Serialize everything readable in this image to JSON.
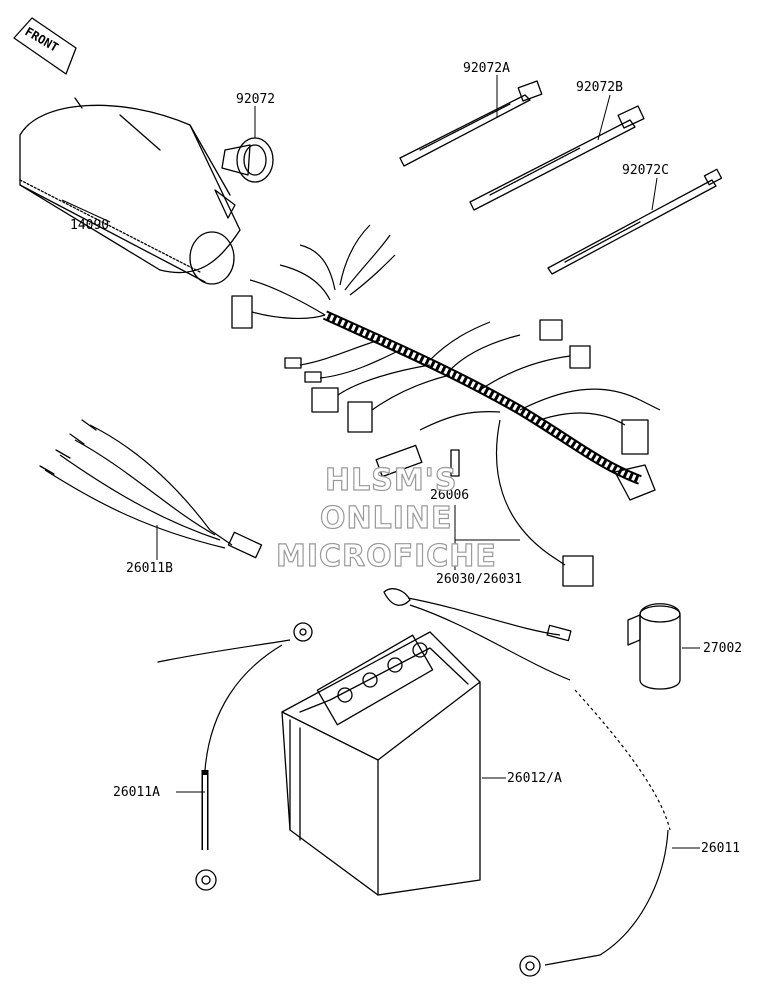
{
  "direction_label": "FRONT",
  "watermark": {
    "line1": "HLSM'S",
    "line2": "ONLINE",
    "line3": "MICROFICHE"
  },
  "labels": {
    "p14090": "14090",
    "p92072": "92072",
    "p92072A": "92072A",
    "p92072B": "92072B",
    "p92072C": "92072C",
    "p26006": "26006",
    "p26030": "26030/26031",
    "p26011B": "26011B",
    "p27002": "27002",
    "p26011A": "26011A",
    "p26012": "26012/A",
    "p26011": "26011"
  }
}
